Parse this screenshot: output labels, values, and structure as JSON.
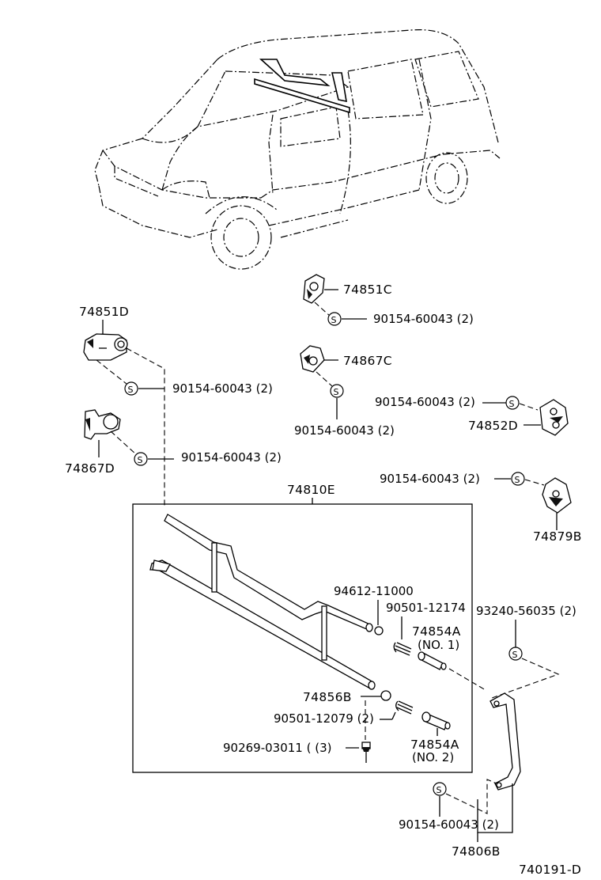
{
  "labels": {
    "p74851C": "74851C",
    "p74851D": "74851D",
    "p74867C": "74867C",
    "p74867D": "74867D",
    "p74852D": "74852D",
    "p74879B": "74879B",
    "p74810E": "74810E",
    "p94612": "94612-11000",
    "p90501a": "90501-12174",
    "p74854A1": "74854A",
    "p74854A1sub": "(NO. 1)",
    "p93240": "93240-56035 (2)",
    "p74856B": "74856B",
    "p90501b": "90501-12079 (2)",
    "p90269": "90269-03011 ( (3)",
    "p74854A2": "74854A",
    "p74854A2sub": "(NO. 2)",
    "p74806B": "74806B",
    "ref": "740191-D",
    "screw_c": "90154-60043 (2)",
    "screw_d1": "90154-60043 (2)",
    "screw_mid": "90154-60043 (2)",
    "screw_d2": "90154-60043 (2)",
    "screw_852": "90154-60043 (2)",
    "screw_879": "90154-60043 (2)",
    "screw_bottom": "90154-60043 (2)"
  },
  "symbols": {
    "screw_symbol": "S"
  }
}
